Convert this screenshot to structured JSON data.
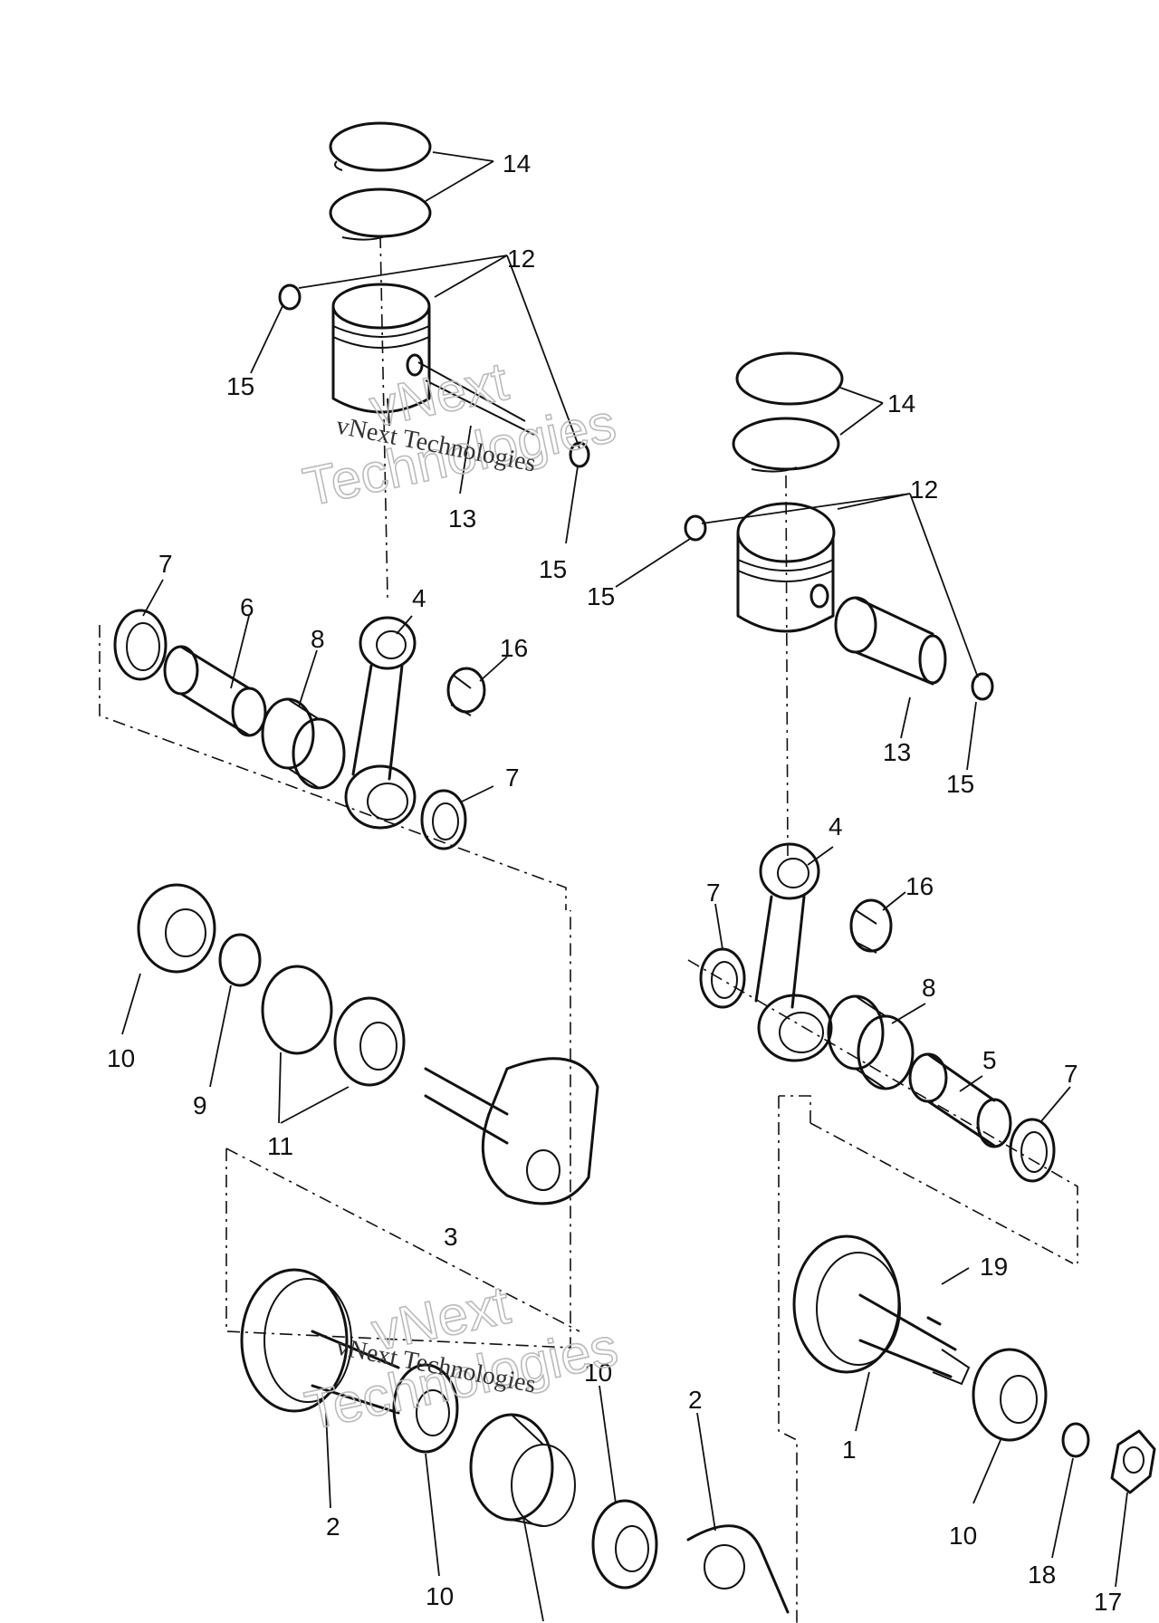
{
  "callouts": {
    "c1": "1",
    "c2a": "2",
    "c2b": "2",
    "c3": "3",
    "c4a": "4",
    "c4b": "4",
    "c5": "5",
    "c6": "6",
    "c7a": "7",
    "c7b": "7",
    "c7c": "7",
    "c7d": "7",
    "c8a": "8",
    "c8b": "8",
    "c9": "9",
    "c10a": "10",
    "c10b": "10",
    "c10c": "10",
    "c10d": "10",
    "c11": "11",
    "c12a": "12",
    "c12b": "12",
    "c13a": "13",
    "c13b": "13",
    "c14a": "14",
    "c14b": "14",
    "c15a": "15",
    "c15b": "15",
    "c15c": "15",
    "c15d": "15",
    "c16a": "16",
    "c16b": "16",
    "c17": "17",
    "c18": "18",
    "c19": "19"
  },
  "watermark": {
    "brand_line1": "vNext",
    "brand_line2": "Technologies",
    "caption": "vNext Technologies"
  }
}
